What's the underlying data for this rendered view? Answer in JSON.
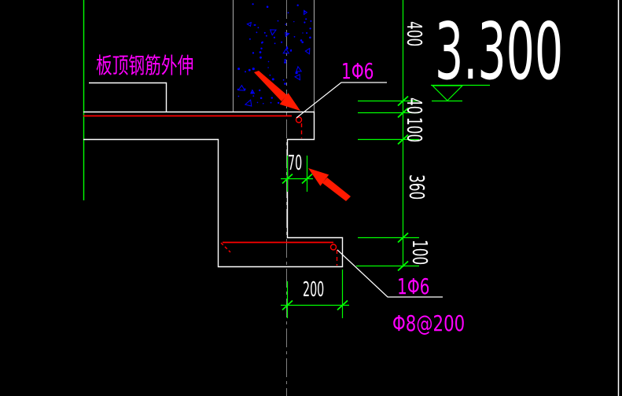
{
  "labels": {
    "slab_note": "板顶钢筋外伸",
    "rebar_top": "1Φ6",
    "rebar_bottom": "1Φ6",
    "stirrup": "Φ8@200"
  },
  "elevation": "3.300",
  "dims": {
    "col_above": "400",
    "finish": "40",
    "slab_thk": "100",
    "wall": "360",
    "footing_thk": "100",
    "extend": "70",
    "footing_ext": "200"
  },
  "colors": {
    "background": "#000000",
    "structure_line": "#ffffff",
    "aux_line": "#828282",
    "dimension": "#00ff00",
    "rebar": "#ff0000",
    "label": "#ff00ff",
    "hatch": "#0000ff",
    "arrow": "#ff1a00"
  },
  "hatch": {
    "dots": 68,
    "triangles": 11
  }
}
